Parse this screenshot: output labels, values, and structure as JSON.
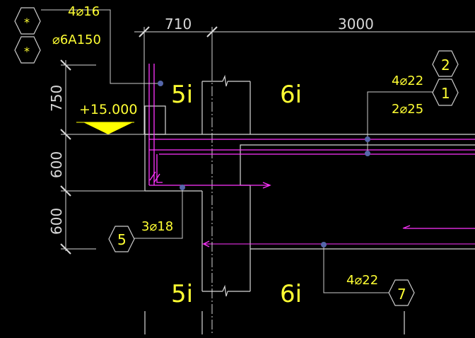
{
  "colors": {
    "background": "#000000",
    "rebar": "#ff33ff",
    "outline": "#d8d8d8",
    "annotation": "#ffff33",
    "node": "#5566aa",
    "callout": "#cccccc"
  },
  "dimensions": {
    "top": [
      "710",
      "3000"
    ],
    "left": [
      "750",
      "600",
      "600"
    ]
  },
  "elevation": "+15.000",
  "rebar_notes": {
    "top_left_1": "4⌀16",
    "top_left_2": "⌀6A150",
    "mid_top": "4⌀22",
    "mid_bottom": "2⌀25",
    "lower_left": "3⌀18",
    "lower_right": "4⌀22"
  },
  "bubbles": {
    "star_1": "*",
    "star_2": "*",
    "b2": "2",
    "b1": "1",
    "b5": "5",
    "b7": "7"
  },
  "section_marks": {
    "s5_top": "5i",
    "s6_top": "6i",
    "s5_bottom": "5i",
    "s6_bottom": "6i"
  }
}
